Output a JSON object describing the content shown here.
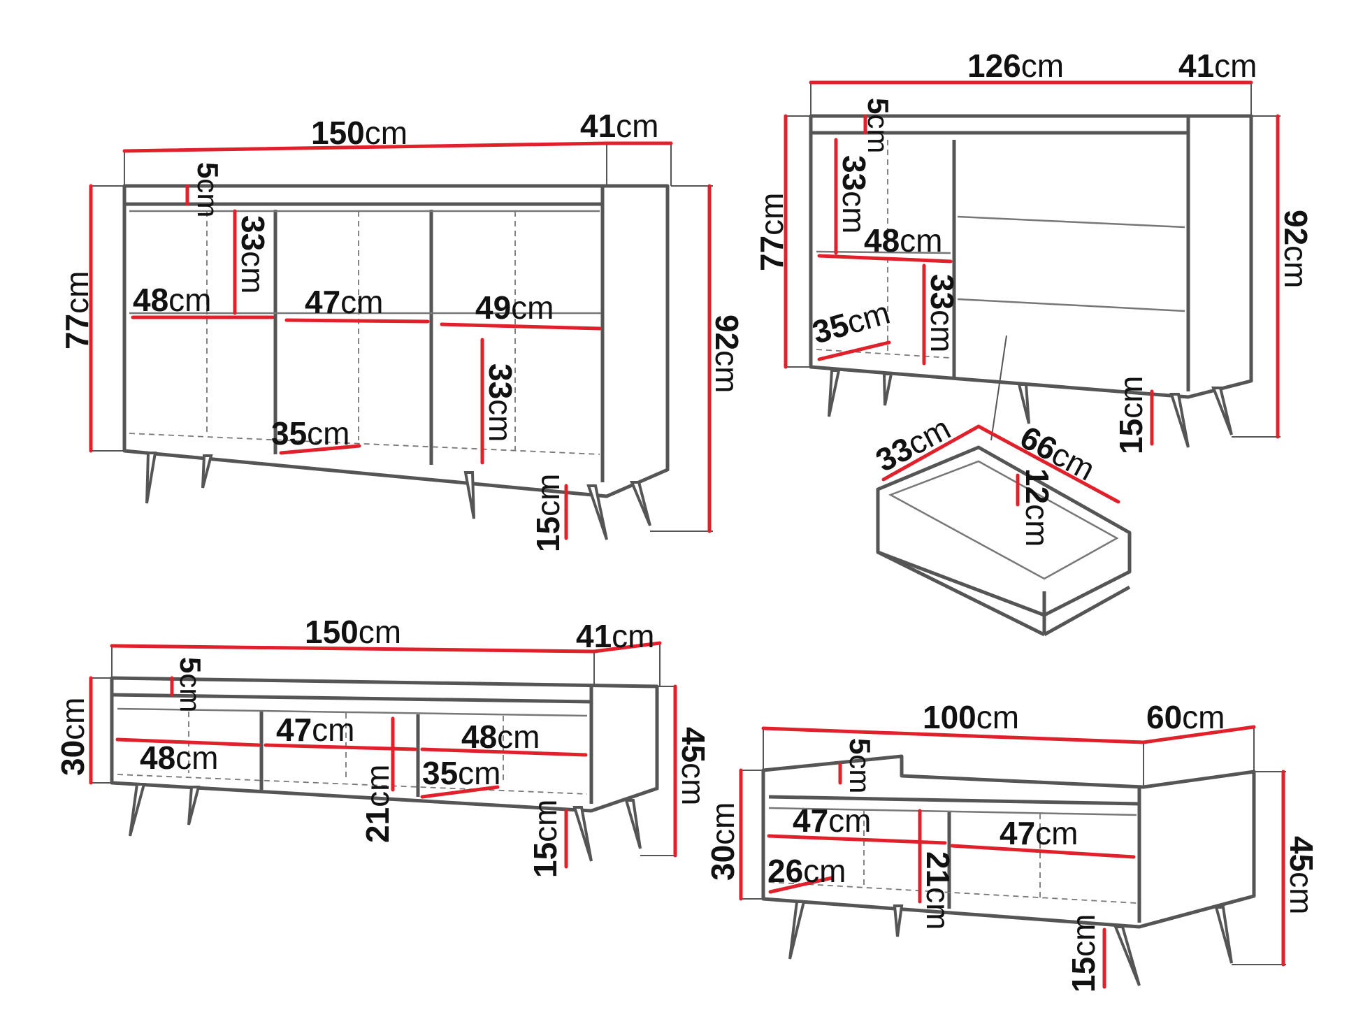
{
  "unit": "cm",
  "colors": {
    "dimension_line": "#e0202a",
    "outline": "#555555",
    "text": "#111111"
  },
  "sideboard_three_door": {
    "width": "150",
    "depth": "41",
    "top_thickness": "5",
    "inner_height_left": "77",
    "total_height": "92",
    "shelf_height_left": "33",
    "shelf_height_right": "33",
    "shelf_left": "48",
    "shelf_middle": "47",
    "shelf_right": "49",
    "inner_depth": "35",
    "leg_height": "15"
  },
  "chest_of_drawers": {
    "width": "126",
    "depth": "41",
    "top_thickness": "5",
    "inner_height": "77",
    "total_height": "92",
    "shelf_height_top": "33",
    "shelf_height_bottom": "33",
    "shelf_width": "48",
    "inner_depth": "35",
    "leg_height": "15"
  },
  "drawer": {
    "depth": "33",
    "width": "66",
    "height": "12"
  },
  "tv_stand": {
    "width": "150",
    "depth": "41",
    "top_thickness": "5",
    "inner_height": "30",
    "total_height": "45",
    "shelf_left": "48",
    "shelf_middle": "47",
    "shelf_right": "48",
    "inner_depth": "35",
    "compartment_height": "21",
    "leg_height": "15"
  },
  "coffee_table": {
    "width": "100",
    "depth": "60",
    "top_thickness": "5",
    "inner_height": "30",
    "total_height": "45",
    "shelf_left": "47",
    "shelf_right": "47",
    "inner_depth": "26",
    "compartment_height": "21",
    "leg_height": "15"
  }
}
